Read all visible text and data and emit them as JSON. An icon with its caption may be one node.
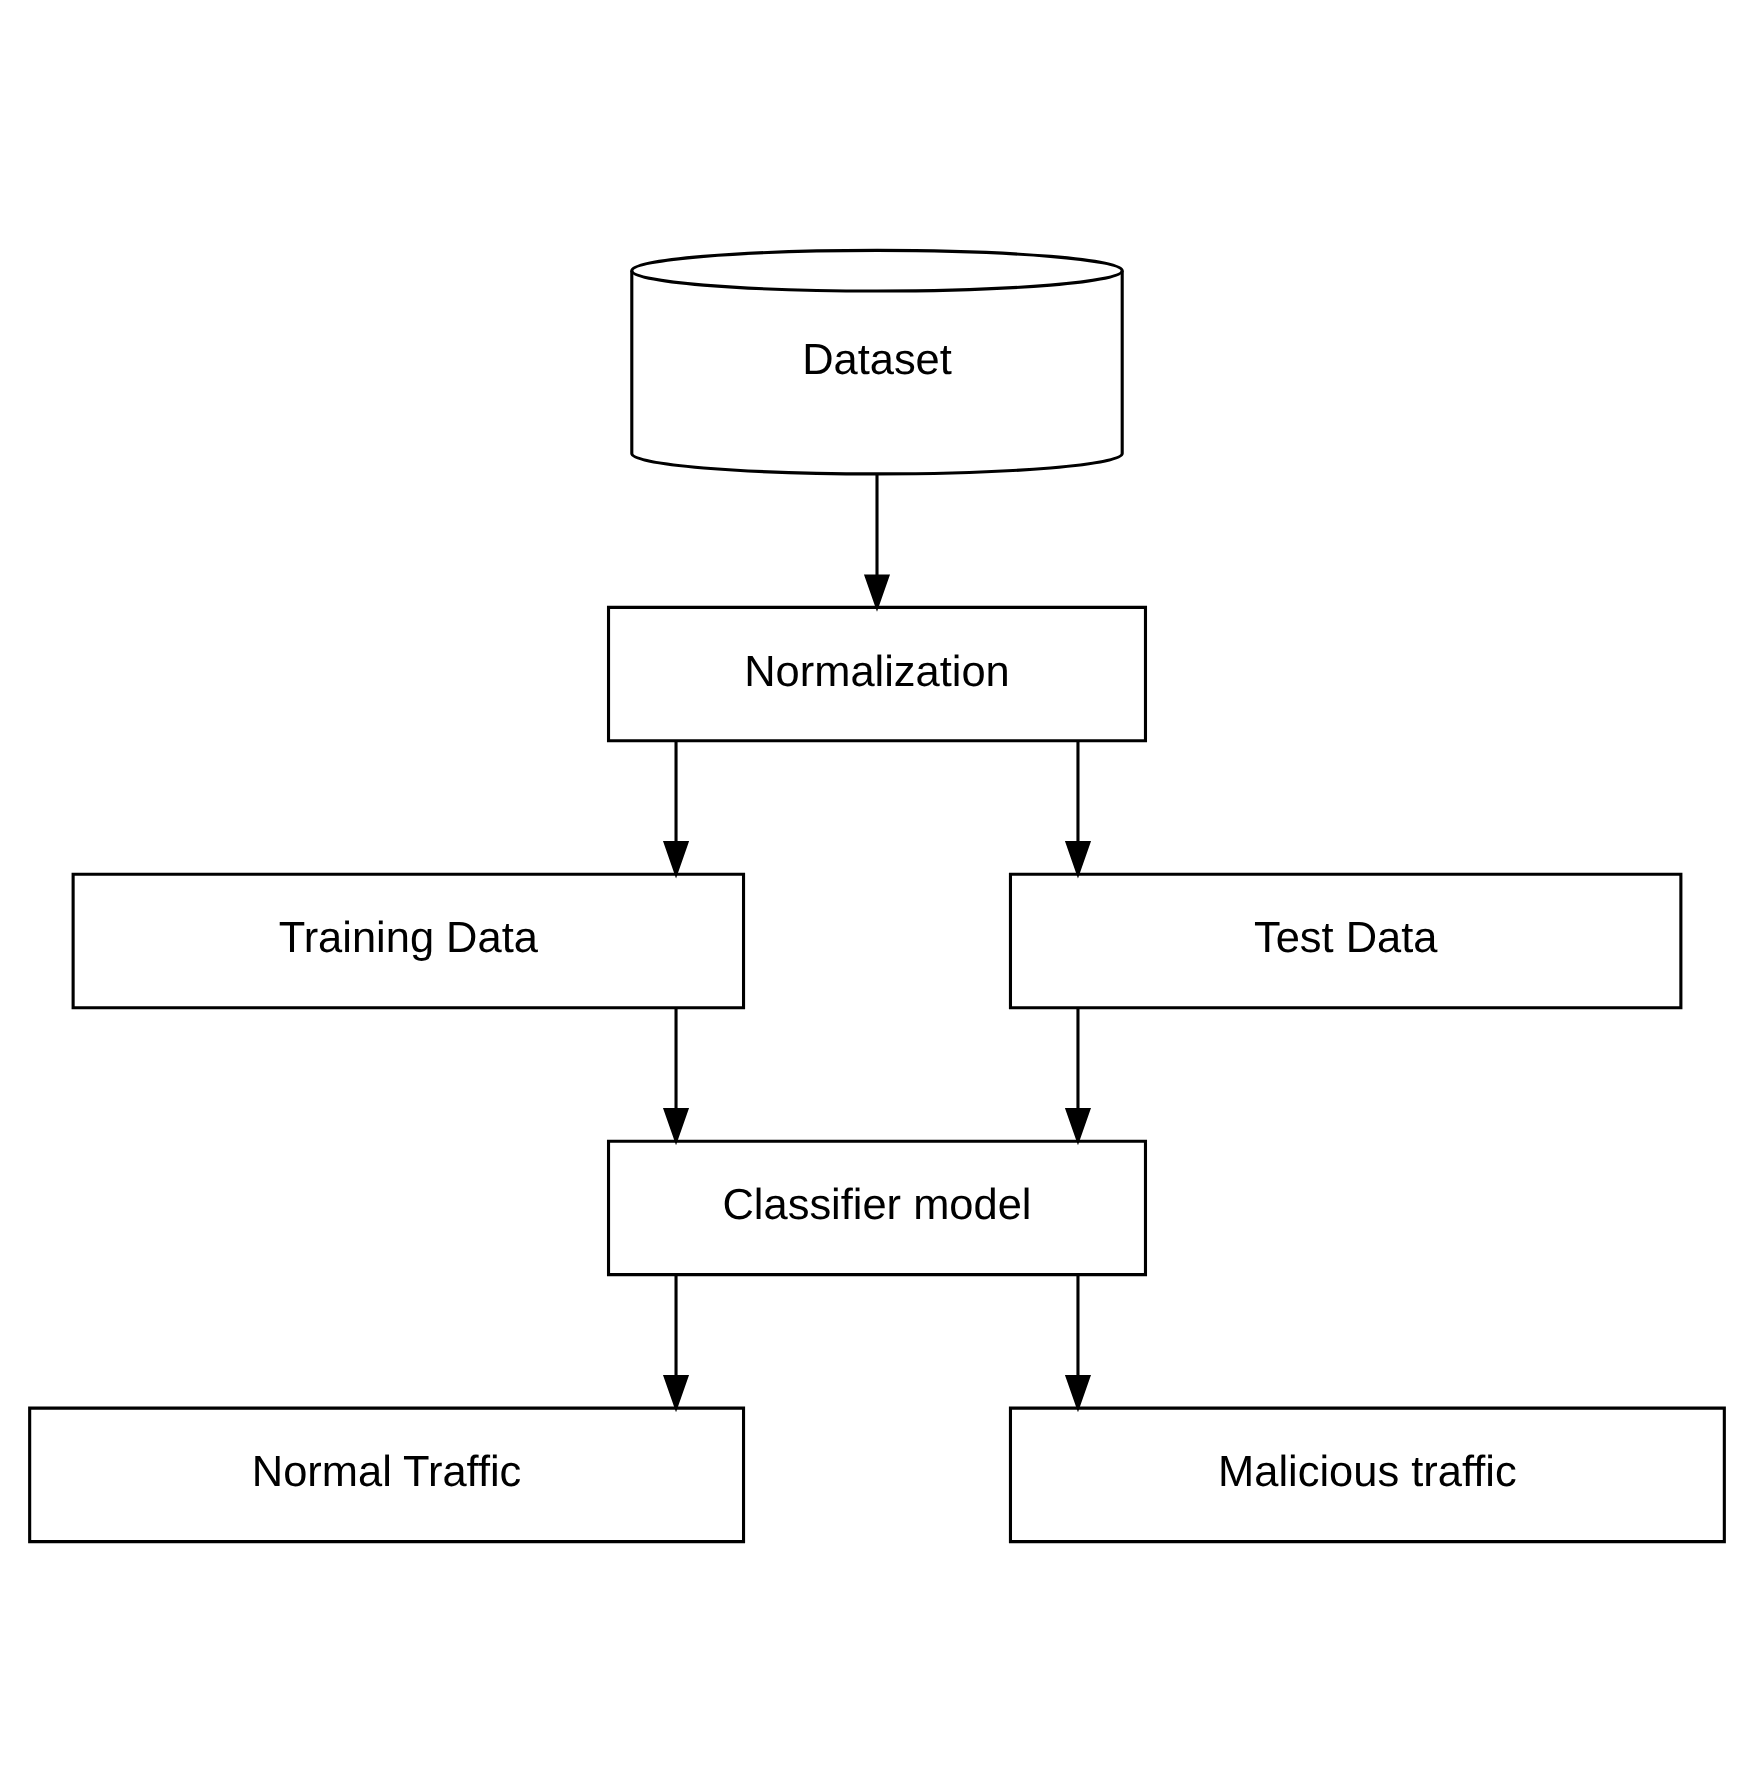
{
  "diagram": {
    "nodes": [
      {
        "text": [
          "Dataset"
        ]
      },
      {
        "text": [
          "Normalization"
        ]
      },
      {
        "text": [
          "Training Data"
        ]
      },
      {
        "text": [
          "Test Data"
        ]
      },
      {
        "text": [
          "Classifier model"
        ]
      },
      {
        "text": [
          "Normal Traffic"
        ]
      },
      {
        "text": [
          "Malicious traffic"
        ]
      }
    ],
    "edges": [
      {
        "from": 0,
        "to": 1,
        "arrow": "to"
      },
      {
        "from": 1,
        "to": 2,
        "arrow": "to"
      },
      {
        "from": 1,
        "to": 3,
        "arrow": "to"
      },
      {
        "from": 2,
        "to": 4,
        "arrow": "to"
      },
      {
        "from": 3,
        "to": 4,
        "arrow": "to"
      },
      {
        "from": 4,
        "to": 5,
        "arrow": "to"
      },
      {
        "from": 4,
        "to": 6,
        "arrow": "to"
      }
    ]
  }
}
